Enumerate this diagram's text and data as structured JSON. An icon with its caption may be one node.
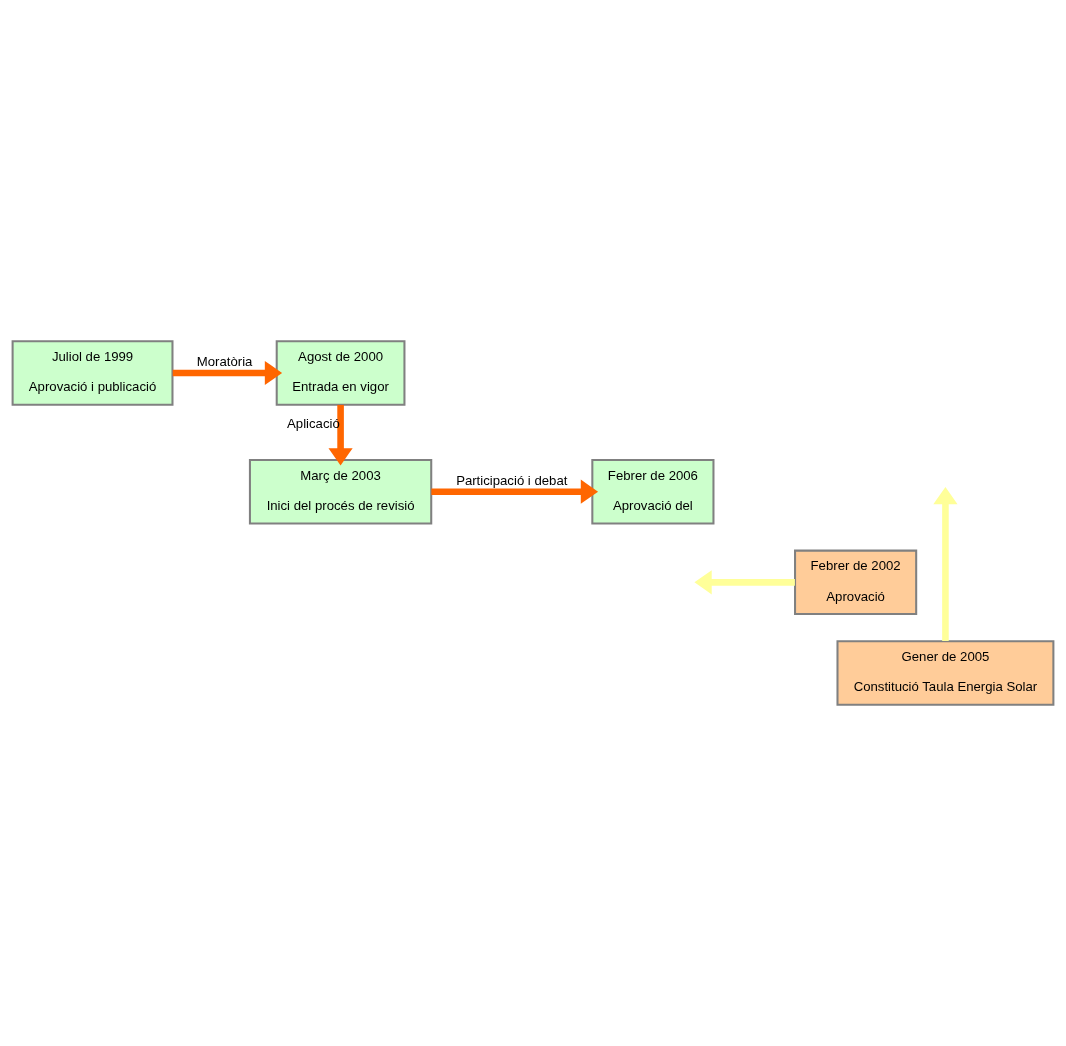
{
  "diagram": {
    "nodes": [
      {
        "text": [
          "Juliol de 1999",
          "Aprovació i publicació"
        ]
      },
      {
        "text": [
          "Agost de 2000",
          "Entrada en vigor"
        ]
      },
      {
        "text": [
          "Febrer de 2002",
          "Aprovació"
        ]
      },
      {
        "text": [
          "Març de 2003",
          "Inici del procés de revisió"
        ]
      },
      {
        "text": [
          "Febrer de 2006",
          "Aprovació del"
        ]
      },
      {
        "text": [
          "Gener de 2005",
          "Constitució Taula Energia Solar"
        ]
      }
    ],
    "edges": [
      {
        "from": 0,
        "to": 1,
        "arrow": "to",
        "label": "Moratòria"
      },
      {
        "from": 1,
        "to": 3,
        "arrow": "to",
        "label": "Aplicació"
      },
      {
        "from": 2,
        "to": null,
        "arrow": "to",
        "color": "#ffff99"
      },
      {
        "from": 3,
        "to": 4,
        "arrow": "to",
        "label": "Participació i debat"
      },
      {
        "from": 5,
        "to": null,
        "arrow": "to",
        "color": "#ffff99"
      }
    ]
  }
}
